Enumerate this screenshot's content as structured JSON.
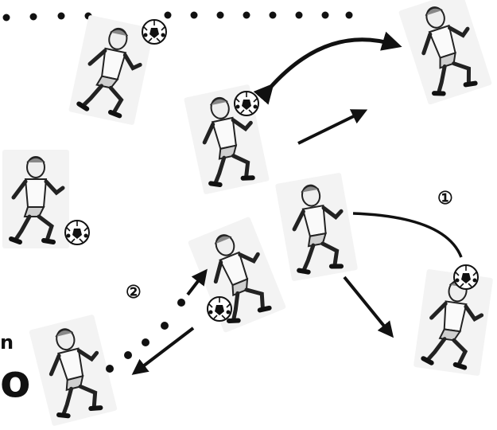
{
  "labels": {
    "step_1": "①",
    "step_2": "②",
    "edge_small": "n",
    "edge_large": "o"
  },
  "colors": {
    "ink": "#111111",
    "card": "#f4f4f4",
    "skin": "#eeeeee",
    "shade": "#bdbdbd"
  },
  "icons": {
    "player": "soccer-player-icon",
    "ball": "soccer-ball-icon"
  }
}
